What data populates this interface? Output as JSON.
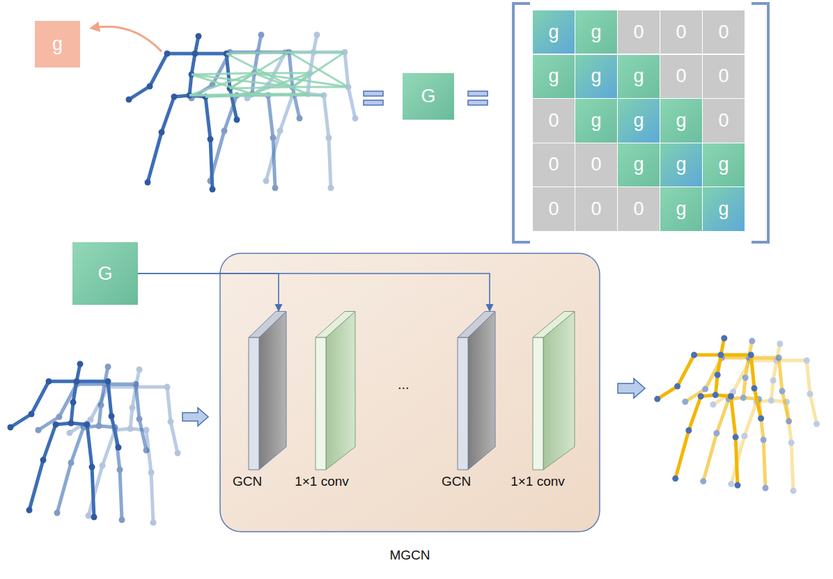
{
  "diagram": {
    "nodes": [
      {
        "text": [
          "g"
        ]
      },
      {
        "text": [
          "G"
        ]
      },
      {
        "text": [
          "g"
        ]
      },
      {
        "text": [
          "g"
        ]
      },
      {
        "text": [
          "0"
        ]
      },
      {
        "text": [
          "0"
        ]
      },
      {
        "text": [
          "0"
        ]
      },
      {
        "text": [
          "g"
        ]
      },
      {
        "text": [
          "g"
        ]
      },
      {
        "text": [
          "g"
        ]
      },
      {
        "text": [
          "0"
        ]
      },
      {
        "text": [
          "0"
        ]
      },
      {
        "text": [
          "0"
        ]
      },
      {
        "text": [
          "g"
        ]
      },
      {
        "text": [
          "g"
        ]
      },
      {
        "text": [
          "g"
        ]
      },
      {
        "text": [
          "0"
        ]
      },
      {
        "text": [
          "0"
        ]
      },
      {
        "text": [
          "0"
        ]
      },
      {
        "text": [
          "g"
        ]
      },
      {
        "text": [
          "g"
        ]
      },
      {
        "text": [
          "g"
        ]
      },
      {
        "text": [
          "0"
        ]
      },
      {
        "text": [
          "0"
        ]
      },
      {
        "text": [
          "0"
        ]
      },
      {
        "text": [
          "g"
        ]
      },
      {
        "text": [
          "g"
        ]
      },
      {
        "text": [
          "G"
        ]
      },
      {
        "text": [
          "MGCN"
        ]
      },
      {
        "text": [
          "GCN"
        ],
        "in": 28
      },
      {
        "text": [
          "1×1 conv"
        ],
        "in": 28
      },
      {
        "text": [
          "GCN"
        ],
        "in": 28
      },
      {
        "text": [
          "1×1 conv"
        ],
        "in": 28
      }
    ],
    "edges": [
      {
        "from": 27,
        "to": 29,
        "arrow": "to"
      },
      {
        "from": 27,
        "to": 31,
        "arrow": "to"
      }
    ],
    "labels": [
      "..."
    ]
  }
}
